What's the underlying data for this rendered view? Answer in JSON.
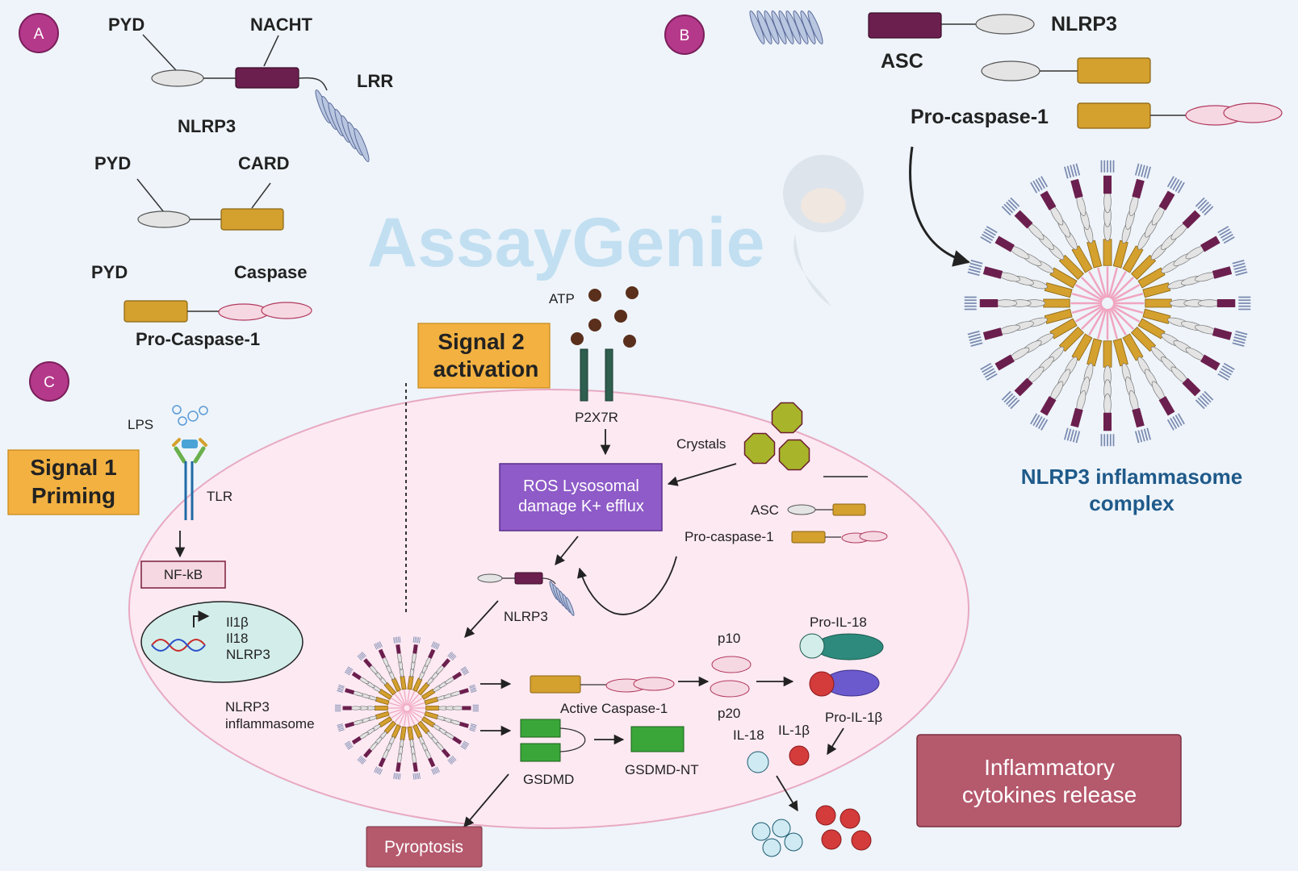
{
  "panels": {
    "a": "A",
    "b": "B",
    "c": "C"
  },
  "panel_a": {
    "nlrp3": {
      "pyd": "PYD",
      "nacht": "NACHT",
      "lrr": "LRR",
      "name": "NLRP3"
    },
    "asc": {
      "pyd": "PYD",
      "card": "CARD"
    },
    "procasp": {
      "pyd": "PYD",
      "caspase": "Caspase",
      "name": "Pro-Caspase-1"
    }
  },
  "panel_b": {
    "nlrp3": "NLRP3",
    "asc": "ASC",
    "procasp": "Pro-caspase-1",
    "complex_line1": "NLRP3 inflammasome",
    "complex_line2": "complex"
  },
  "watermark": "AssayGenie",
  "signal1": {
    "line1": "Signal 1",
    "line2": "Priming"
  },
  "signal2": {
    "line1": "Signal 2",
    "line2": "activation"
  },
  "cell": {
    "lps": "LPS",
    "tlr": "TLR",
    "nfkb": "NF-kB",
    "genes": [
      "Il1β",
      "Il18",
      "NLRP3"
    ],
    "atp": "ATP",
    "p2x7r": "P2X7R",
    "crystals": "Crystals",
    "ros_line1": "ROS Lysosomal",
    "ros_line2": "damage K+ efflux",
    "asc": "ASC",
    "procasp": "Pro-caspase-1",
    "nlrp3": "NLRP3",
    "inflammasome_line1": "NLRP3",
    "inflammasome_line2": "inflammasome",
    "active_casp": "Active Caspase-1",
    "p10": "p10",
    "p20": "p20",
    "pro_il18": "Pro-IL-18",
    "pro_il1b": "Pro-IL-1β",
    "il18": "IL-18",
    "il1b": "IL-1β",
    "gsdmd": "GSDMD",
    "gsdmd_nt": "GSDMD-NT",
    "pyroptosis": "Pyroptosis"
  },
  "cytokines": {
    "line1": "Inflammatory",
    "line2": "cytokines release"
  },
  "colors": {
    "pyd": "#e4e4e4",
    "nacht": "#6b1f4e",
    "card": "#d4a02e",
    "caspase": "#f6d8e2",
    "lrr": "#b9c6e0",
    "signal_box": "#f2b141",
    "ros_box": "#8e5bc8",
    "badge": "#b5398a",
    "complex_text": "#1f5a8a",
    "cell": "#fde9f2"
  }
}
